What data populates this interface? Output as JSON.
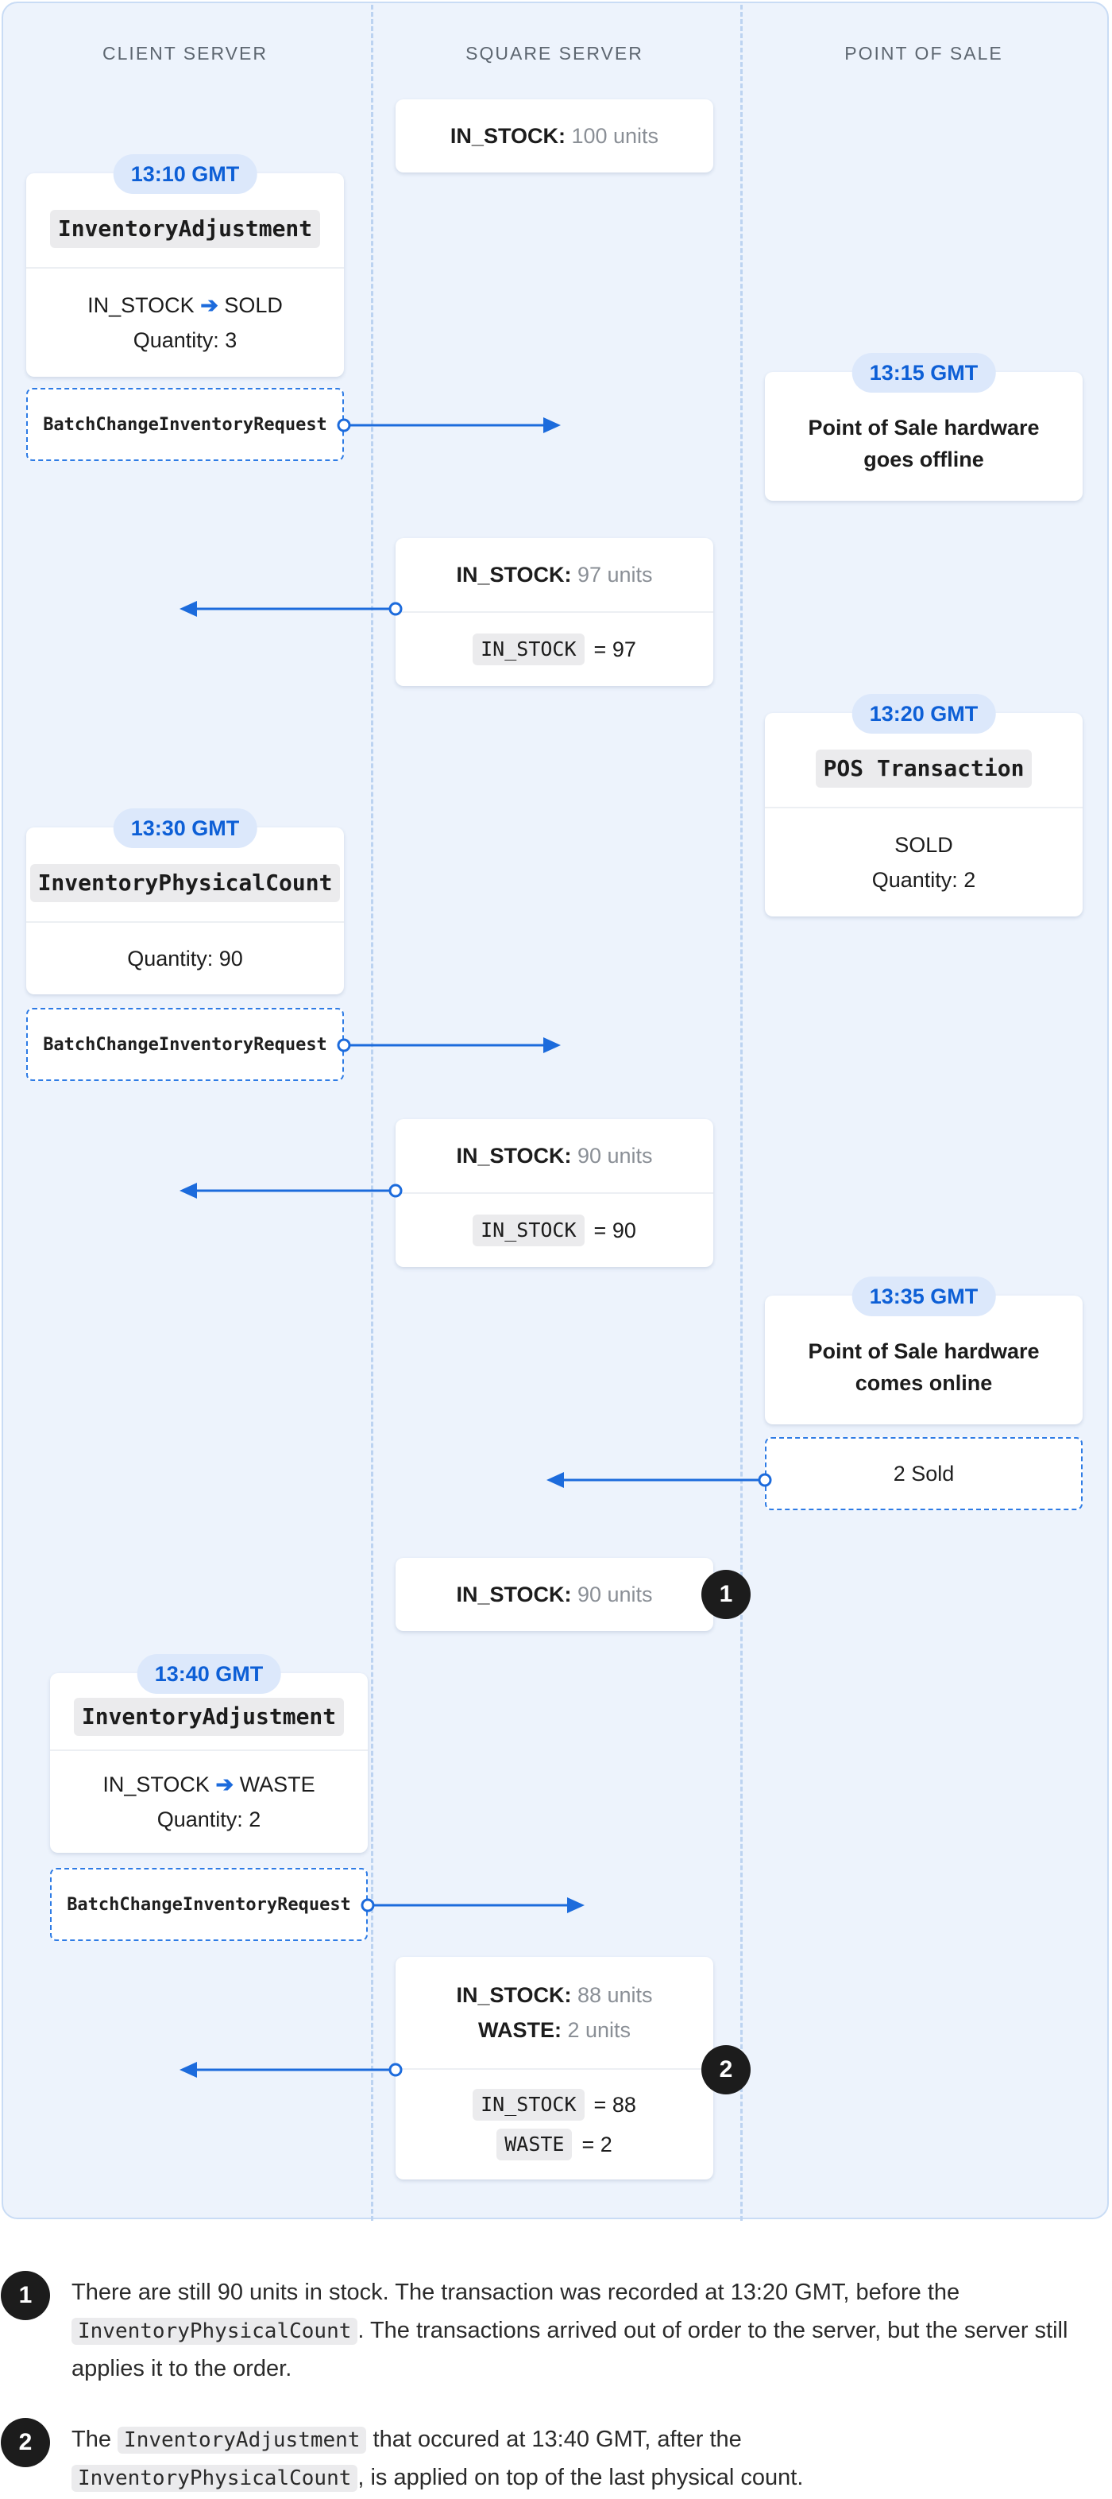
{
  "headers": {
    "client": "CLIENT SERVER",
    "square": "SQUARE SERVER",
    "pos": "POINT OF SALE"
  },
  "initial": {
    "label": "IN_STOCK:",
    "value": "100 units"
  },
  "adjust1": {
    "time": "13:10 GMT",
    "title": "InventoryAdjustment",
    "from": "IN_STOCK",
    "to": "SOLD",
    "qty": "Quantity: 3"
  },
  "request_label": "BatchChangeInventoryRequest",
  "pos_offline": {
    "time": "13:15 GMT",
    "line1": "Point of Sale hardware",
    "line2": "goes offline"
  },
  "square1": {
    "label": "IN_STOCK:",
    "value": "97 units",
    "code": "IN_STOCK",
    "eq": "= 97"
  },
  "pos_txn": {
    "time": "13:20 GMT",
    "title": "POS Transaction",
    "state": "SOLD",
    "qty": "Quantity: 2"
  },
  "count1": {
    "time": "13:30 GMT",
    "title": "InventoryPhysicalCount",
    "qty": "Quantity: 90"
  },
  "square2": {
    "label": "IN_STOCK:",
    "value": "90 units",
    "code": "IN_STOCK",
    "eq": "= 90"
  },
  "pos_online": {
    "time": "13:35 GMT",
    "line1": "Point of Sale hardware",
    "line2": "comes online",
    "sold": "2 Sold"
  },
  "square3": {
    "label": "IN_STOCK:",
    "value": "90 units",
    "badge": "1"
  },
  "adjust2": {
    "time": "13:40 GMT",
    "title": "InventoryAdjustment",
    "from": "IN_STOCK",
    "to": "WASTE",
    "qty": "Quantity: 2"
  },
  "square4": {
    "label1": "IN_STOCK:",
    "value1": "88 units",
    "label2": "WASTE:",
    "value2": "2 units",
    "code1": "IN_STOCK",
    "eq1": "= 88",
    "code2": "WASTE",
    "eq2": "= 2",
    "badge": "2"
  },
  "notes": [
    {
      "num": "1",
      "t1": "There are still 90 units in stock. The transaction was recorded at 13:20 GMT, before the",
      "code": "InventoryPhysicalCount",
      "t2": ". The transactions arrived out of order to the server, but the server still applies it to the order."
    },
    {
      "num": "2",
      "t0": "The",
      "code1": "InventoryAdjustment",
      "t1": "that occured at 13:40 GMT, after the",
      "code2": "InventoryPhysicalCount",
      "t2": ", is applied on top of the last physical count."
    }
  ],
  "colors": {
    "accent": "#1c6bdc",
    "lane_bg": "#edf3fc",
    "badge_bg": "#dce8fb"
  }
}
